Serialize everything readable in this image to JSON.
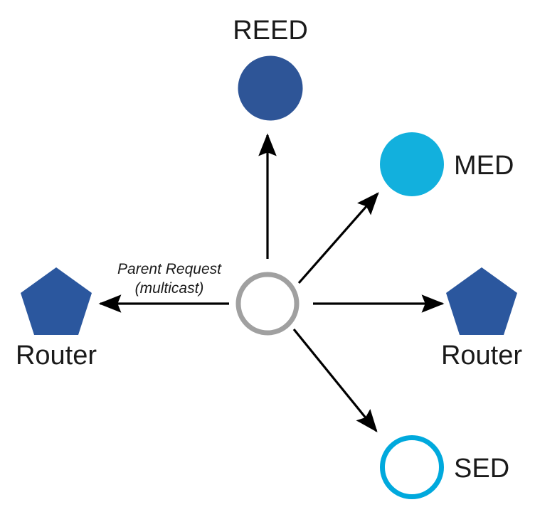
{
  "diagram": {
    "title": "Parent Request multicast topology",
    "background_color": "#ffffff",
    "colors": {
      "router_fill": "#2b579e",
      "reed_fill": "#2e5597",
      "med_fill": "#12b0dd",
      "sed_stroke": "#00a9dd",
      "center_stroke": "#a0a0a0",
      "arrow": "#000000",
      "text": "#1a1a1a"
    },
    "center_node": {
      "name": "joining-device",
      "shape": "circle-outline",
      "stroke_color": "#a0a0a0"
    },
    "edge_label": {
      "line1": "Parent Request",
      "line2": "(multicast)"
    },
    "nodes": [
      {
        "id": "reed",
        "label": "REED",
        "shape": "circle-filled",
        "color": "#2e5597",
        "direction": "up"
      },
      {
        "id": "med",
        "label": "MED",
        "shape": "circle-filled",
        "color": "#12b0dd",
        "direction": "up-right"
      },
      {
        "id": "router-right",
        "label": "Router",
        "shape": "pentagon",
        "color": "#2b579e",
        "direction": "right"
      },
      {
        "id": "sed",
        "label": "SED",
        "shape": "circle-outline",
        "color": "#00a9dd",
        "direction": "down-right"
      },
      {
        "id": "router-left",
        "label": "Router",
        "shape": "pentagon",
        "color": "#2b579e",
        "direction": "left"
      }
    ]
  }
}
